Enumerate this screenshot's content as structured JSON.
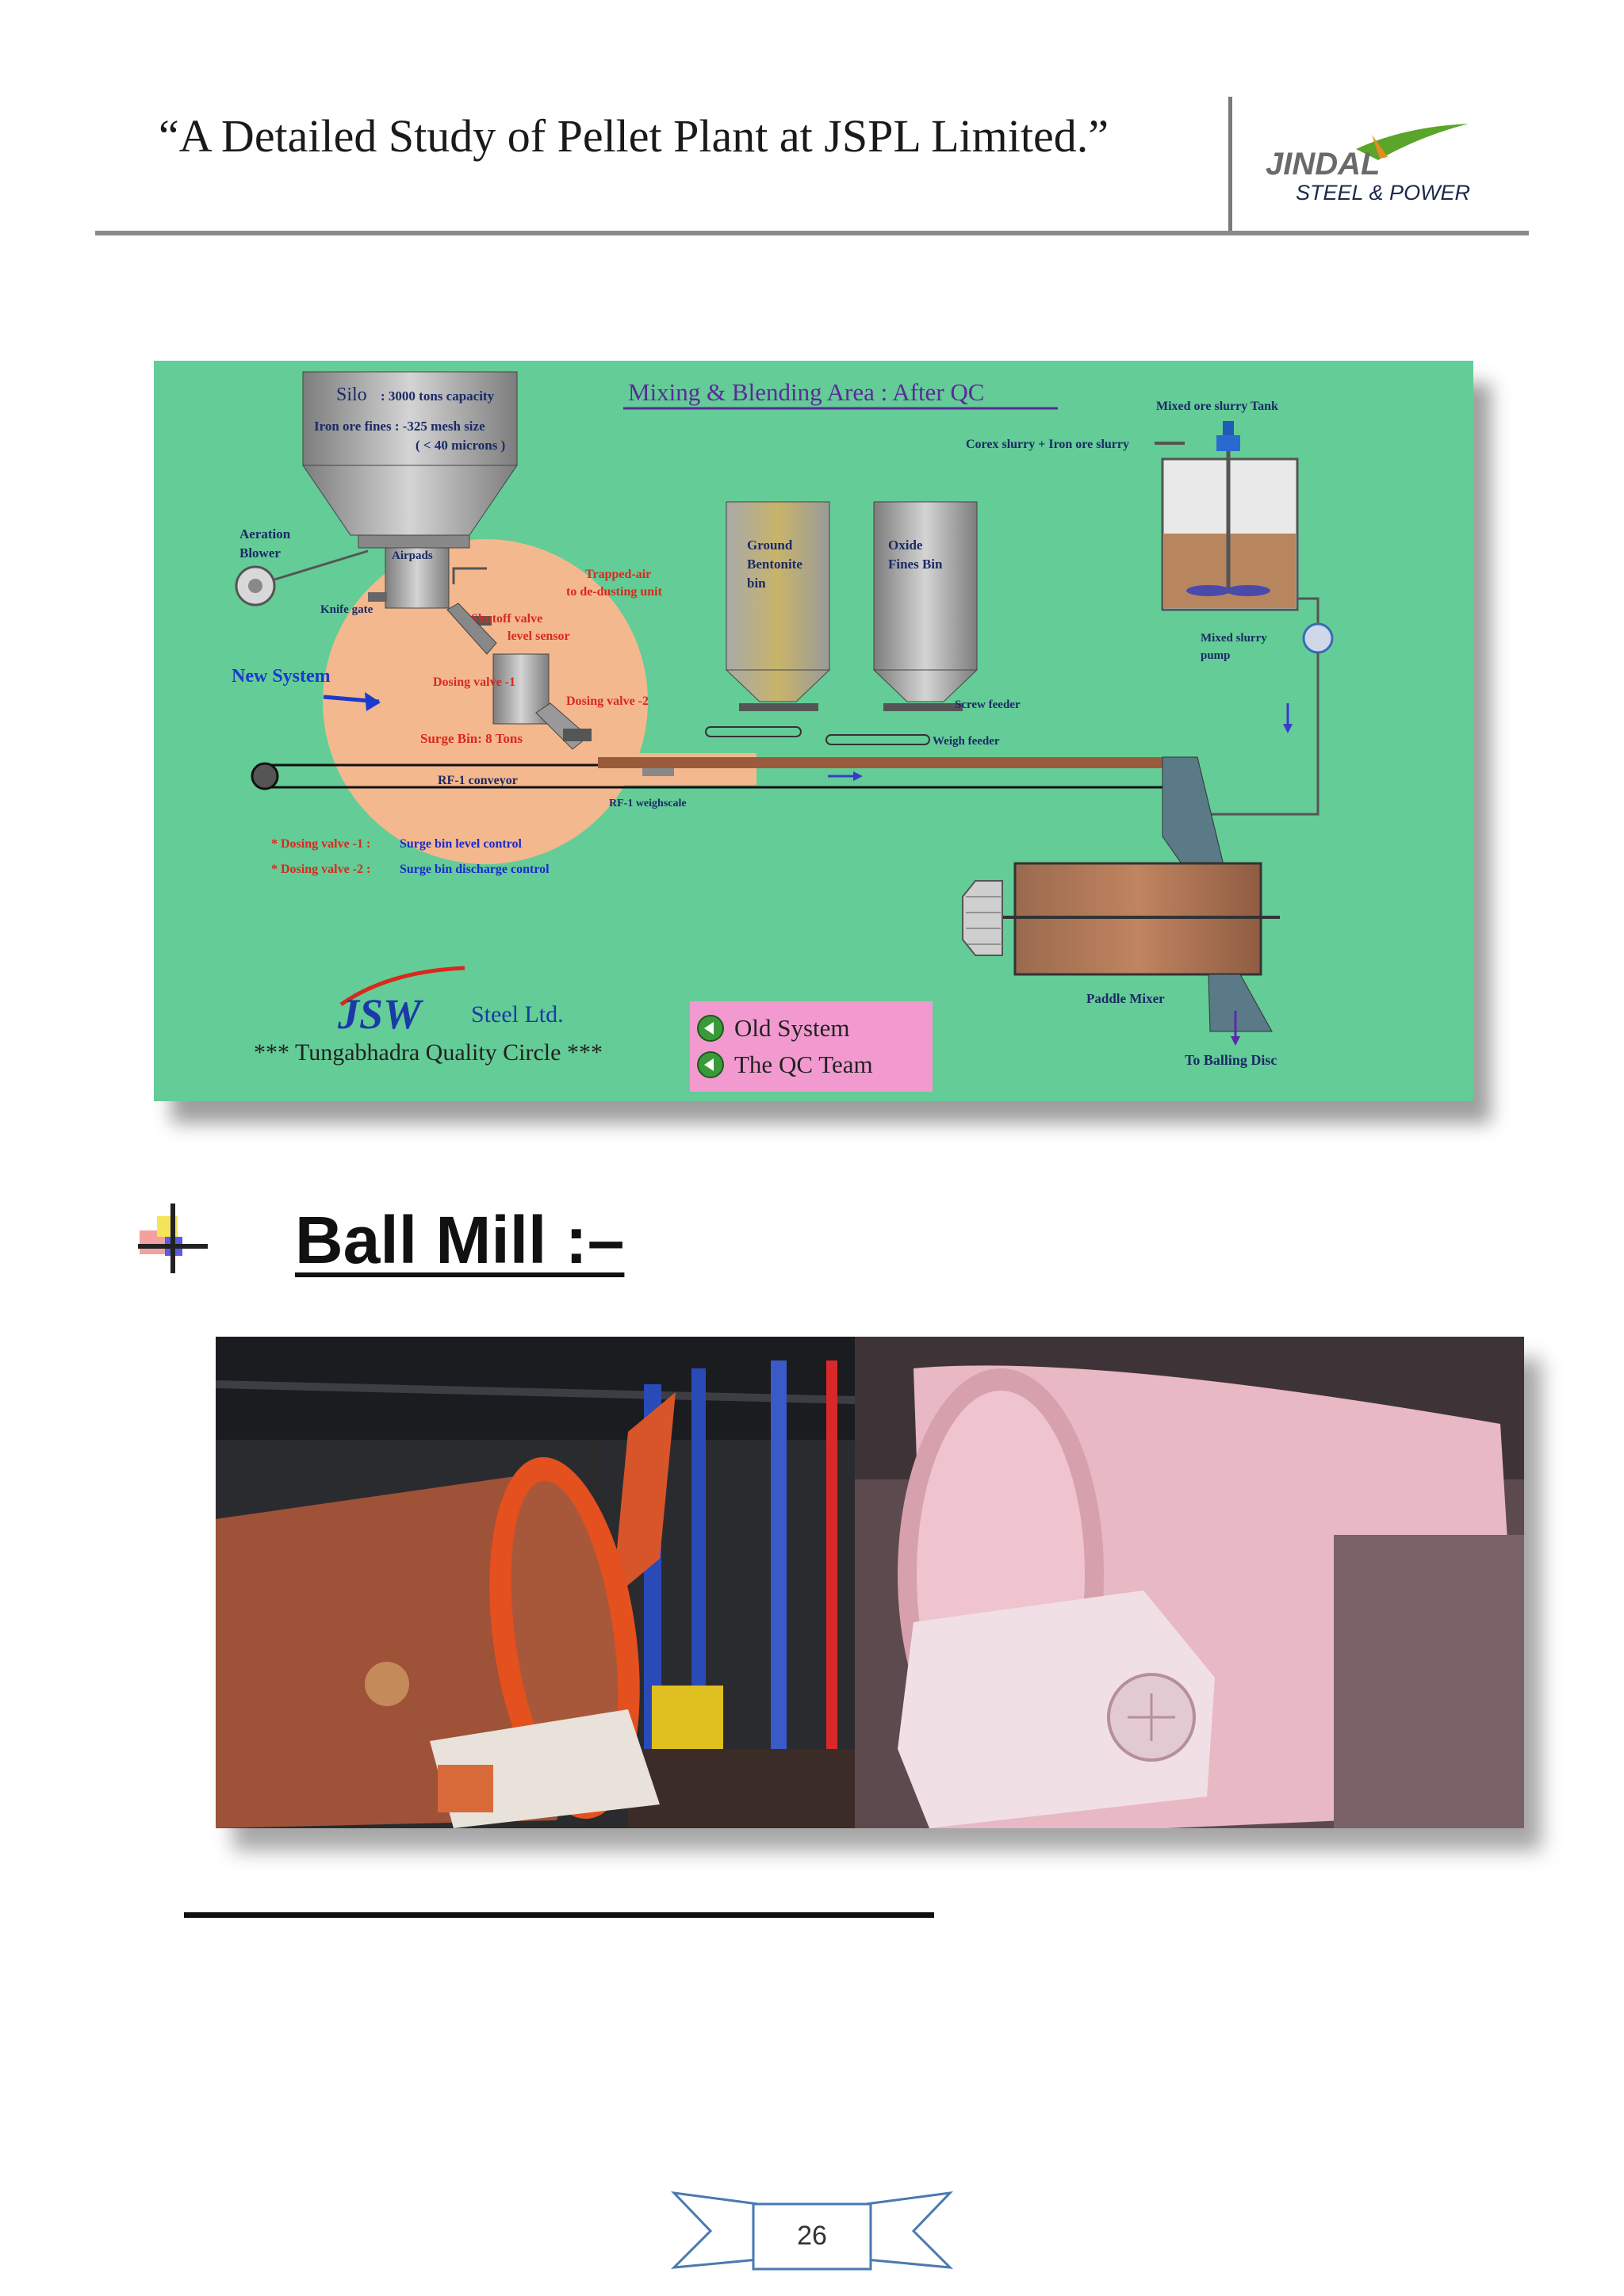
{
  "header": {
    "title": "“A Detailed Study of Pellet Plant at JSPL Limited.”",
    "logo_text_top": "JINDAL",
    "logo_text_bottom": "STEEL & POWER"
  },
  "diagram": {
    "title": "Mixing & Blending Area :  After QC",
    "silo_label": "Silo",
    "silo_capacity": ":  3000 tons capacity",
    "silo_fines_1": "Iron ore fines : -325 mesh size",
    "silo_fines_2": "( < 40 microns )",
    "aeration_1": "Aeration",
    "aeration_2": "Blower",
    "airpads": "Airpads",
    "knife_gate": "Knife gate",
    "trapped_air_1": "Trapped-air",
    "trapped_air_2": "to de-dusting unit",
    "shutoff_1": "Shutoff valve",
    "shutoff_2": "level sensor",
    "new_system": "New System",
    "dosing_valve_1": "Dosing valve -1",
    "dosing_valve_2": "Dosing valve -2",
    "surge_bin": "Surge Bin: 8 Tons",
    "rf1_conveyor": "RF-1 conveyor",
    "rf1_weighscale": "RF-1 weighscale",
    "ground_bentonite_1": "Ground",
    "ground_bentonite_2": "Bentonite",
    "ground_bentonite_3": "bin",
    "oxide_1": "Oxide",
    "oxide_2": "Fines Bin",
    "screw_feeder": "Screw feeder",
    "weigh_feeder": "Weigh feeder",
    "mixed_tank": "Mixed ore slurry Tank",
    "corex": "Corex slurry + Iron ore slurry",
    "slurry_pump_1": "Mixed slurry",
    "slurry_pump_2": "pump",
    "paddle_mixer": "Paddle Mixer",
    "to_balling": "To Balling Disc",
    "note_1_key": "* Dosing valve -1 :",
    "note_1_val": "Surge bin level control",
    "note_2_key": "* Dosing valve -2 :",
    "note_2_val": "Surge bin discharge control",
    "jsw_brand": "JSW",
    "jsw_steel": "Steel Ltd.",
    "quality_circle": "***   Tungabhadra Quality Circle   ***",
    "legend_old": "Old System",
    "legend_team": "The QC Team"
  },
  "section": {
    "heading": "Ball Mill :–"
  },
  "page": {
    "number": "26"
  },
  "colors": {
    "diagram_bg": "#64cc96",
    "pink_legend": "#f29ad0",
    "header_rule": "#8a8a8a",
    "logo_green": "#5aa52a",
    "logo_blue": "#1b4a8a"
  }
}
